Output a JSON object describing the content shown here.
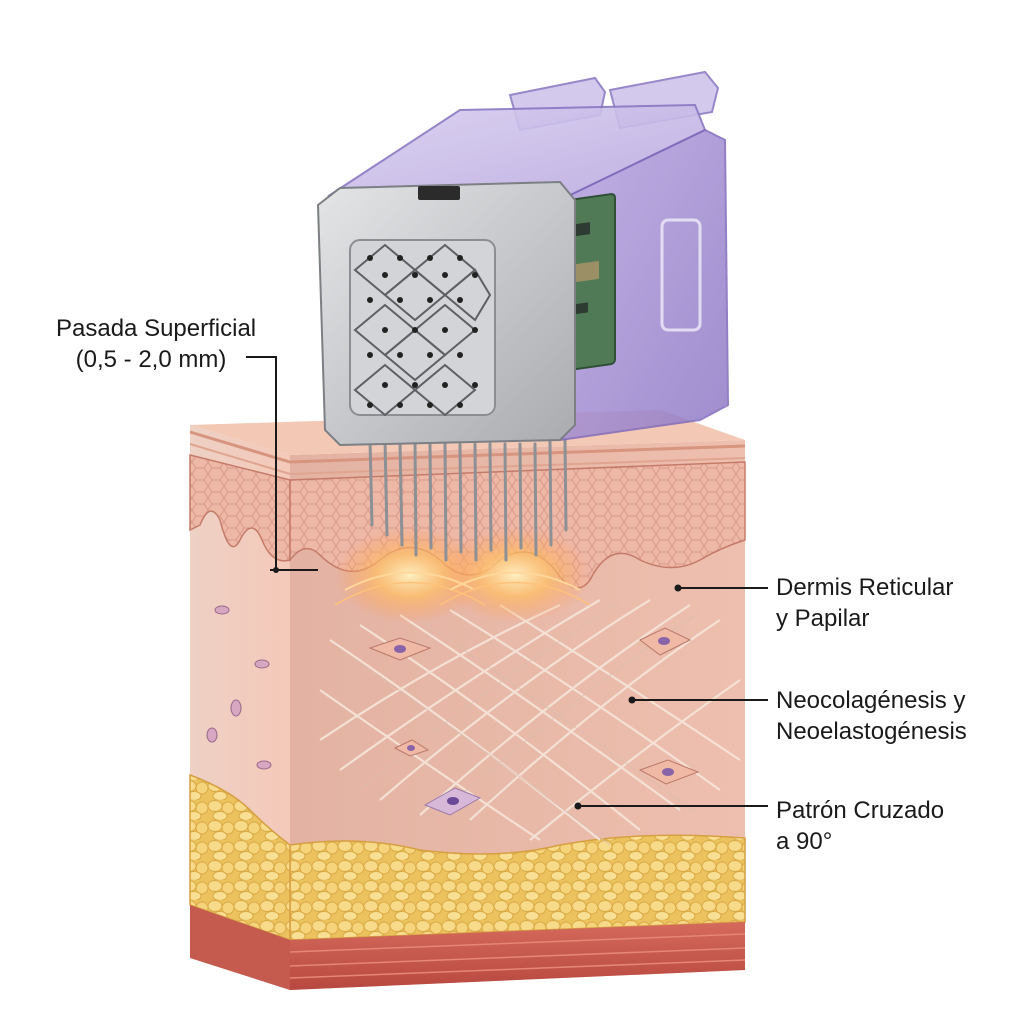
{
  "labels": {
    "superficial_pass": {
      "line1": "Pasada Superficial",
      "line2": "(0,5 - 2,0 mm)"
    },
    "dermis": {
      "line1": "Dermis Reticular",
      "line2": "y Papilar"
    },
    "neogenesis": {
      "line1": "Neocolagénesis y",
      "line2": "Neoelastogénesis"
    },
    "cross_pattern": {
      "line1": "Patrón Cruzado",
      "line2": "a 90°"
    }
  },
  "colors": {
    "housing": "#a08fd0",
    "plate": "#c9cacc",
    "epidermis": "#e6a592",
    "dermis": "#f1c0b0",
    "fat": "#f2d27a",
    "muscle": "#c9574e",
    "heat": "#ffb347"
  }
}
